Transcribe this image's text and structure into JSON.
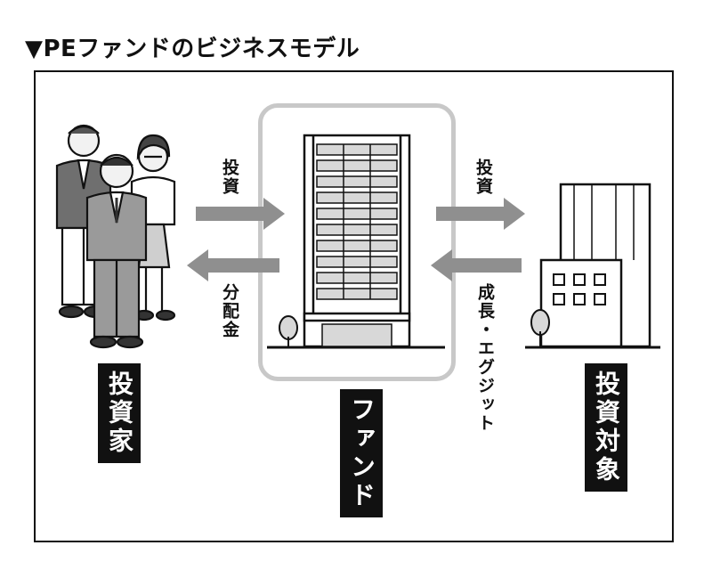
{
  "title": "▼PEファンドのビジネスモデル",
  "labels": {
    "investors": "投資家",
    "fund": "ファンド",
    "target": "投資対象",
    "invest_left": "投資",
    "dividend": "分配金",
    "invest_right": "投資",
    "growth_exit": "成長・エグジット"
  },
  "colors": {
    "arrow": "#8f8f8f",
    "fund_border": "#c8c8c8",
    "label_bg": "#111111"
  }
}
